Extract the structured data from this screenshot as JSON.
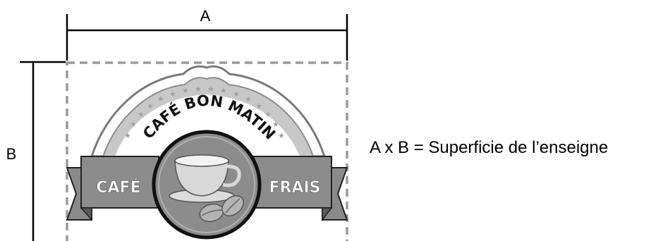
{
  "dimensions": {
    "width_label": "A",
    "height_label": "B"
  },
  "formula": "A x B = Superficie de l’enseigne",
  "logo": {
    "arc_text": "CAFÉ BON MATIN",
    "ribbon_left": "CAFÉ",
    "ribbon_right": "FRAIS",
    "icons": [
      "coffee-cup-icon",
      "coffee-bean-icon",
      "star-icon"
    ]
  },
  "colors": {
    "dimension_lines": "#000000",
    "dashed_border": "#9a9a9a",
    "logo_dark": "#8c8c8c",
    "logo_mid": "#a8a8a8",
    "logo_light": "#d0d0d0"
  }
}
